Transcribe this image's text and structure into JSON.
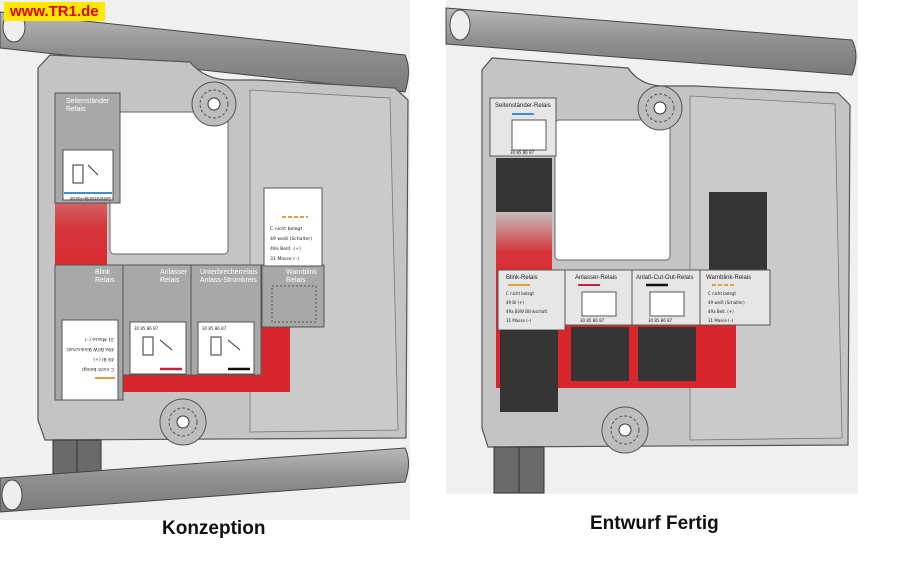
{
  "watermark": "www.TR1.de",
  "captions": {
    "left": "Konzeption",
    "right": "Entwurf Fertig"
  },
  "left": {
    "seitenstaender": {
      "title1": "Seitenständer",
      "title2": "Relais",
      "bottom": "Seitenständer-Relais"
    },
    "blink": {
      "title1": "Blink",
      "title2": "Relais"
    },
    "anlasser": {
      "title1": "Anlasser",
      "title2": "Relais"
    },
    "unterbrecher": {
      "title1": "Unterbrecherrelais",
      "title2": "Anlass-Stromkreis"
    },
    "warnblink": {
      "title1": "Warnblink",
      "title2": "Relais"
    },
    "legend": [
      {
        "code": "C",
        "text": "nicht belegt"
      },
      {
        "code": "49",
        "text": "weiß (Schalter)"
      },
      {
        "code": "49a",
        "text": "Bellt. (+)"
      },
      {
        "code": "31",
        "text": "Masse (–)"
      }
    ],
    "blink_rot": [
      {
        "code": "31",
        "text": "Masse (–)"
      },
      {
        "code": "49a",
        "text": "BI/W Blinkschalt"
      },
      {
        "code": "49",
        "text": "BI (+)"
      },
      {
        "code": "C",
        "text": "nicht belegt"
      }
    ],
    "pins": "30 85 86 87"
  },
  "right": {
    "seitenstaender": {
      "title": "Seitenständer-Relais"
    },
    "blink": {
      "title": "Blink-Relais",
      "lines": [
        {
          "code": "C",
          "text": "nicht belegt"
        },
        {
          "code": "49",
          "text": "Bi (+)"
        },
        {
          "code": "49a",
          "text": "Bi/W Blinkschalt"
        },
        {
          "code": "31",
          "text": "Masse (–)"
        }
      ]
    },
    "anlasser": {
      "title": "Anlasser-Relais"
    },
    "cutout": {
      "title": "Anlaß-Cut-Out-Relais"
    },
    "warnblink": {
      "title": "Warnblink-Relais",
      "lines": [
        {
          "code": "C",
          "text": "nicht belegt"
        },
        {
          "code": "49",
          "text": "weiß (Schalter)"
        },
        {
          "code": "49a",
          "text": "Belt. (+)"
        },
        {
          "code": "31",
          "text": "Masse (–)"
        }
      ]
    },
    "pins": "30 85 86 87"
  },
  "colors": {
    "housing": "#c4c4c4",
    "relay": "#a8a8a8",
    "red": "#d8262c",
    "dark_block": "#353535",
    "tube": "#9a9a9a",
    "orange": "#e0a040",
    "blue": "#3b8fd8",
    "crimson": "#c8203a",
    "black": "#111111",
    "watermark_bg": "#ffe800",
    "watermark_fg": "#e00000"
  }
}
